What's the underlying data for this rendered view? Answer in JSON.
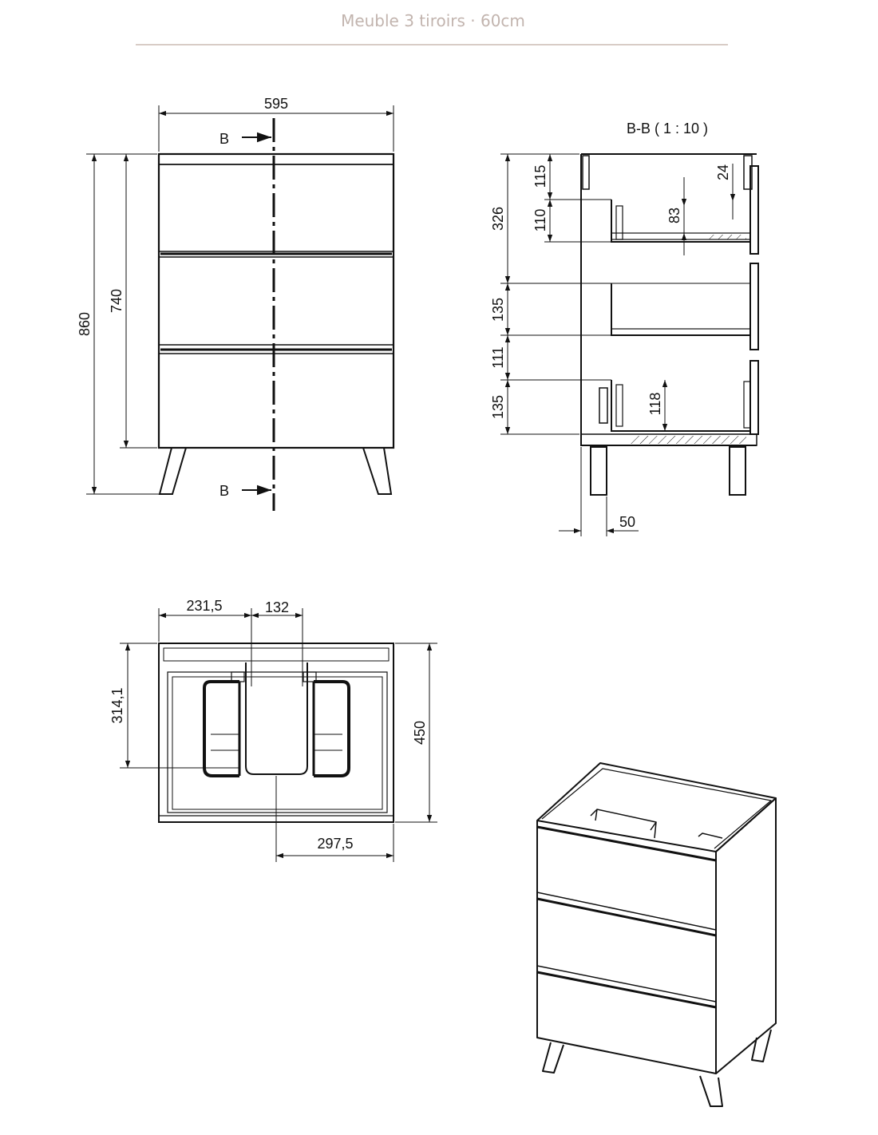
{
  "title": "Meuble 3 tiroirs · 60cm",
  "colors": {
    "line": "#111111",
    "title": "#c2b4ae",
    "rule": "#d8ccc6"
  },
  "front_view": {
    "width": "595",
    "height_total": "860",
    "height_body": "740",
    "section_mark_top": "B",
    "section_mark_bottom": "B"
  },
  "section_view": {
    "label": "B-B ( 1 : 10 )",
    "dims": {
      "top_drawer_zone": "326",
      "top_gap": "115",
      "top_drawer": "110",
      "top_inner": "83",
      "top_edge": "24",
      "middle_drawer": "135",
      "between": "111",
      "bottom_drawer": "135",
      "bottom_inner": "118",
      "leg_offset": "50"
    }
  },
  "top_view": {
    "offset_left": "231,5",
    "spacing": "132",
    "depth_inner": "314,1",
    "depth_total": "450",
    "center_offset": "297,5"
  }
}
